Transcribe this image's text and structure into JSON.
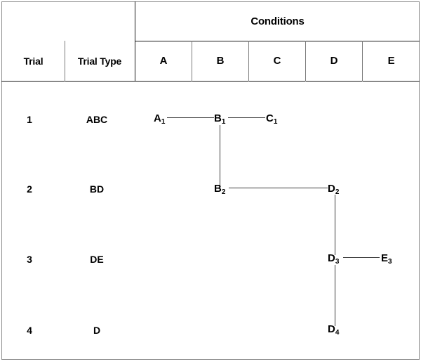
{
  "table": {
    "group_header": "Conditions",
    "columns": {
      "trial": "Trial",
      "trial_type": "Trial Type",
      "conditions": [
        "A",
        "B",
        "C",
        "D",
        "E"
      ]
    },
    "rows": [
      {
        "trial": "1",
        "trial_type": "ABC"
      },
      {
        "trial": "2",
        "trial_type": "BD"
      },
      {
        "trial": "3",
        "trial_type": "DE"
      },
      {
        "trial": "4",
        "trial_type": "D"
      }
    ]
  },
  "diagram": {
    "nodes": [
      {
        "id": "A1",
        "letter": "A",
        "index": "1",
        "condition": "A",
        "trial": "1"
      },
      {
        "id": "B1",
        "letter": "B",
        "index": "1",
        "condition": "B",
        "trial": "1"
      },
      {
        "id": "C1",
        "letter": "C",
        "index": "1",
        "condition": "C",
        "trial": "1"
      },
      {
        "id": "B2",
        "letter": "B",
        "index": "2",
        "condition": "B",
        "trial": "2"
      },
      {
        "id": "D2",
        "letter": "D",
        "index": "2",
        "condition": "D",
        "trial": "2"
      },
      {
        "id": "D3",
        "letter": "D",
        "index": "3",
        "condition": "D",
        "trial": "3"
      },
      {
        "id": "E3",
        "letter": "E",
        "index": "3",
        "condition": "E",
        "trial": "3"
      },
      {
        "id": "D4",
        "letter": "D",
        "index": "4",
        "condition": "D",
        "trial": "4"
      }
    ],
    "edges": [
      {
        "from": "A1",
        "to": "B1",
        "orientation": "horizontal"
      },
      {
        "from": "B1",
        "to": "C1",
        "orientation": "horizontal"
      },
      {
        "from": "B1",
        "to": "B2",
        "orientation": "vertical"
      },
      {
        "from": "B2",
        "to": "D2",
        "orientation": "horizontal"
      },
      {
        "from": "D2",
        "to": "D3",
        "orientation": "vertical"
      },
      {
        "from": "D3",
        "to": "E3",
        "orientation": "horizontal"
      },
      {
        "from": "D3",
        "to": "D4",
        "orientation": "vertical"
      }
    ]
  },
  "colors": {
    "rule": "#1a1a1a",
    "frame": "#8c8c8c",
    "connector": "#3a3a3a",
    "text": "#000000",
    "background": "#ffffff"
  }
}
